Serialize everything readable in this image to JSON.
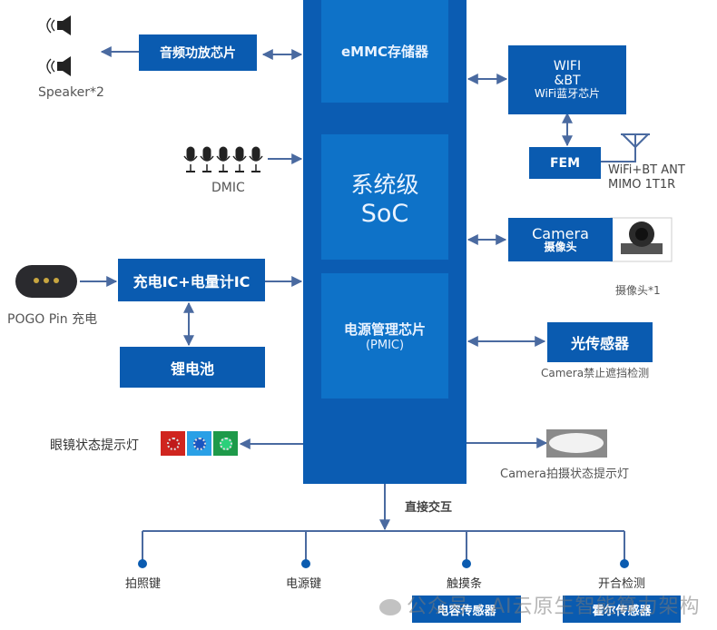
{
  "colors": {
    "block": "#0a5bb0",
    "inner_block": "#0e72c8",
    "wire": "#4a6aa0"
  },
  "soc": {
    "emmc": "eMMC存储器",
    "soc_line1": "系统级",
    "soc_line2": "SoC",
    "pmic_line1": "电源管理芯片",
    "pmic_line2": "(PMIC)"
  },
  "left": {
    "audio_amp": "音频功放芯片",
    "speaker_label": "Speaker*2",
    "dmic_label": "DMIC",
    "charger": "充电IC+电量计IC",
    "pogo_label": "POGO Pin 充电",
    "battery": "锂电池",
    "status_led_label": "眼镜状态提示灯",
    "led_colors": [
      "#d0251f",
      "#2aa0e6",
      "#1e9a4a"
    ]
  },
  "right": {
    "wifi_line1": "WIFI",
    "wifi_line2": "&BT",
    "wifi_line3": "WiFi蓝牙芯片",
    "fem": "FEM",
    "antenna_line1": "WiFi+BT ANT",
    "antenna_line2": "MIMO 1T1R",
    "camera_line1": "Camera",
    "camera_line2": "摄像头",
    "camera_count": "摄像头*1",
    "light_sensor": "光传感器",
    "light_sensor_desc": "Camera禁止遮挡检测",
    "camera_led_label": "Camera拍摄状态提示灯"
  },
  "bottom": {
    "direct_label": "直接交互",
    "items": [
      {
        "label": "拍照键"
      },
      {
        "label": "电源键"
      },
      {
        "label": "触摸条",
        "sub": "电容传感器"
      },
      {
        "label": "开合检测",
        "sub": "霍尔传感器"
      }
    ]
  },
  "watermark": "公众号 · AI云原生智能算力架构"
}
